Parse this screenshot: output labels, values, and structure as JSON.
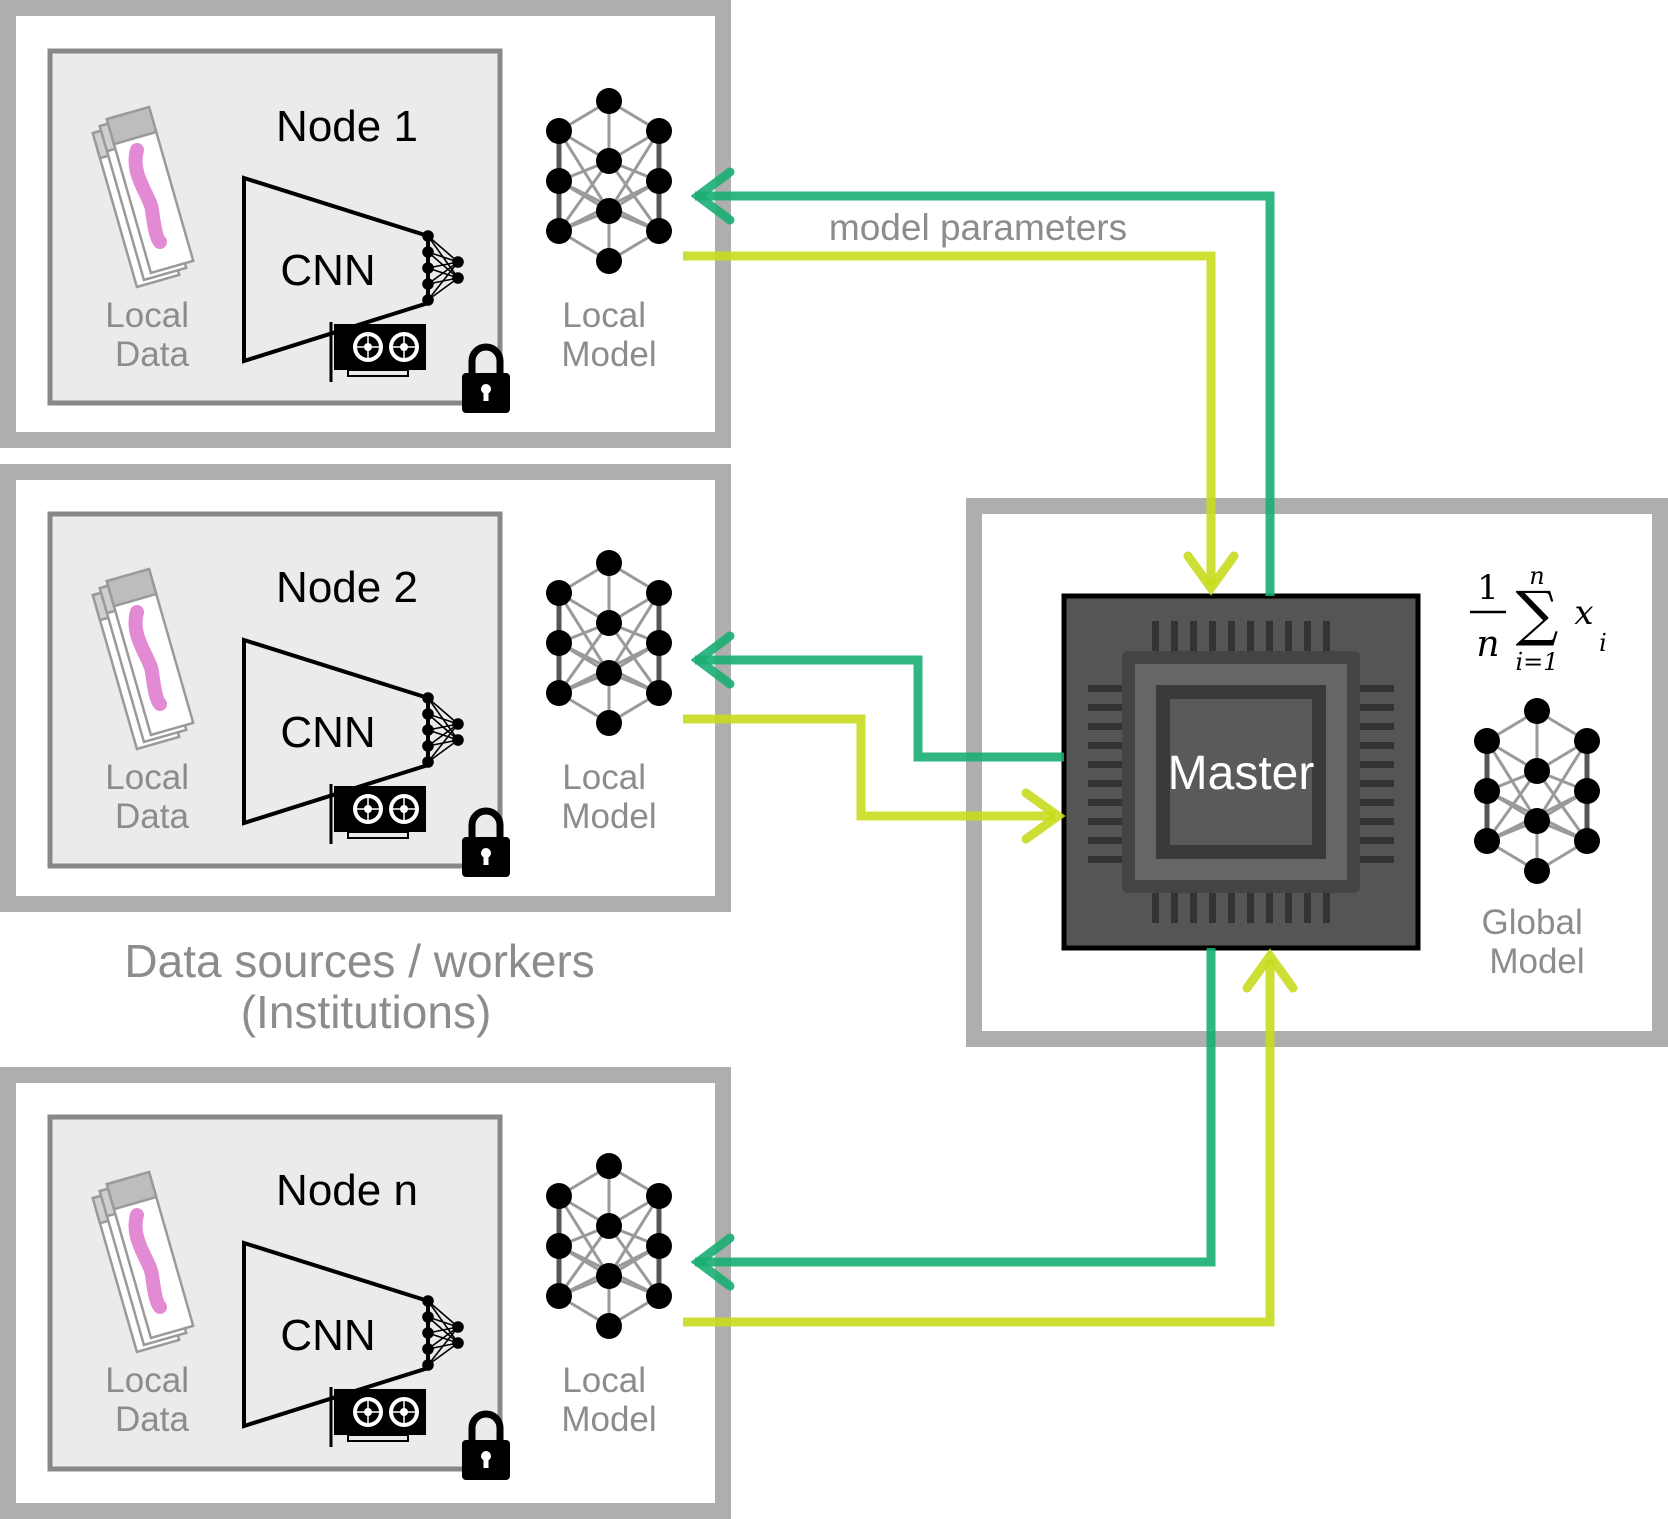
{
  "nodes": [
    {
      "title": "Node 1",
      "cnn_label": "CNN",
      "local_data_label": [
        "Local",
        "Data"
      ],
      "local_model_label": [
        "Local",
        "Model"
      ]
    },
    {
      "title": "Node 2",
      "cnn_label": "CNN",
      "local_data_label": [
        "Local",
        "Data"
      ],
      "local_model_label": [
        "Local",
        "Model"
      ]
    },
    {
      "title": "Node n",
      "cnn_label": "CNN",
      "local_data_label": [
        "Local",
        "Data"
      ],
      "local_model_label": [
        "Local",
        "Model"
      ]
    }
  ],
  "workers_caption": [
    "Data sources / workers",
    "(Institutions)"
  ],
  "arrow_caption": "model parameters",
  "master": {
    "label": "Master",
    "formula": {
      "numerator": "1",
      "denominator": "n",
      "sum_upper": "n",
      "sum_lower": "i=1",
      "term": "x",
      "subscript": "i"
    },
    "global_model_label": [
      "Global",
      "Model"
    ]
  },
  "colors": {
    "frame_gray": "#aeaeae",
    "inner_gray": "#888888",
    "inner_fill": "#ebebeb",
    "label_gray": "#8c8c8c",
    "green_arrow": "#1aae72",
    "lime_arrow": "#c8dc1e",
    "chip_dark": "#555555",
    "slide_pink": "#e28ad4"
  },
  "icons": [
    "slide-stack-icon",
    "gpu-icon",
    "lock-icon",
    "neural-network-icon",
    "chip-icon"
  ]
}
